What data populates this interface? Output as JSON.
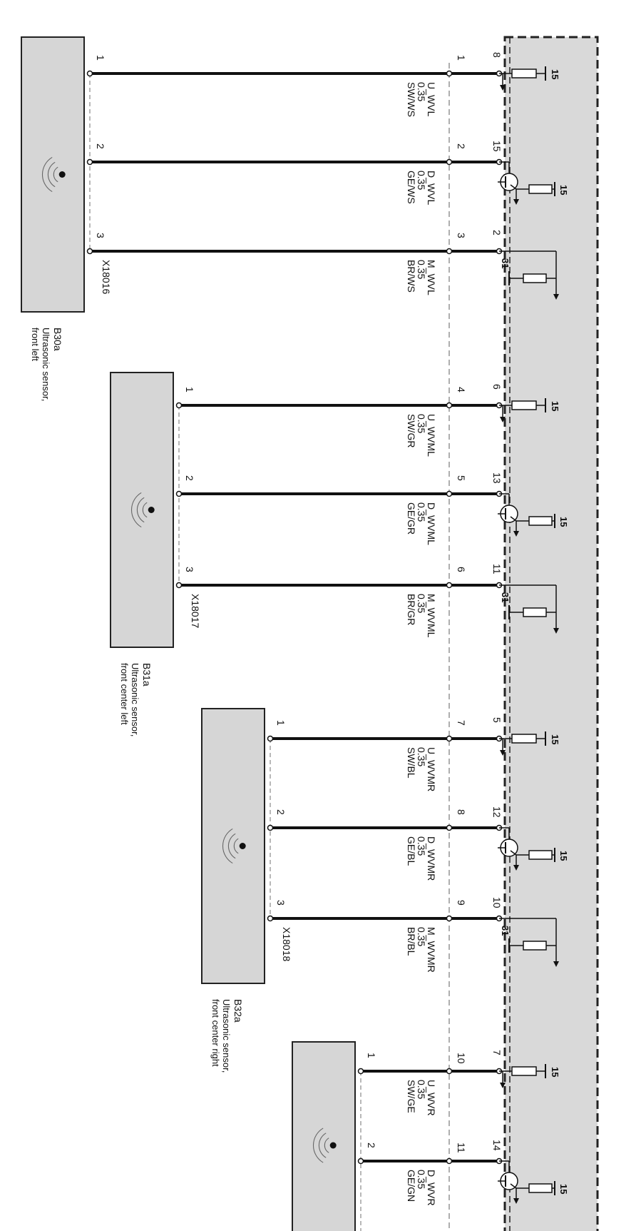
{
  "diagram": {
    "colors": {
      "module_fill": "#d9d9d9",
      "sensor_fill": "#d6d6d6",
      "wire": "#111111",
      "outline": "#222222"
    },
    "sensors": [
      {
        "id": "B30a",
        "name_lines": [
          "Ultrasonic sensor,",
          "front left"
        ],
        "connector": "X18016",
        "icon": "ultrasonic-wave-icon",
        "wires": [
          {
            "sensor_pin": "1",
            "mid_pin": "1",
            "ecu_pin": "8",
            "signal": "U_WVL",
            "size": "0.35",
            "color": "SW/WS",
            "ecu_type": "pullup",
            "ecu_supply": "15"
          },
          {
            "sensor_pin": "2",
            "mid_pin": "2",
            "ecu_pin": "15",
            "signal": "D_WVL",
            "size": "0.35",
            "color": "GE/WS",
            "ecu_type": "transistor",
            "ecu_supply": "15"
          },
          {
            "sensor_pin": "3",
            "mid_pin": "3",
            "ecu_pin": "2",
            "signal": "M_WVL",
            "size": "0.35",
            "color": "BR/WS",
            "ecu_type": "ground",
            "ecu_supply": "31"
          }
        ]
      },
      {
        "id": "B31a",
        "name_lines": [
          "Ultrasonic sensor,",
          "front center left"
        ],
        "connector": "X18017",
        "icon": "ultrasonic-wave-icon",
        "wires": [
          {
            "sensor_pin": "1",
            "mid_pin": "4",
            "ecu_pin": "6",
            "signal": "U_WVML",
            "size": "0.35",
            "color": "SW/GR",
            "ecu_type": "pullup",
            "ecu_supply": "15"
          },
          {
            "sensor_pin": "2",
            "mid_pin": "5",
            "ecu_pin": "13",
            "signal": "D_WVML",
            "size": "0.35",
            "color": "GE/GR",
            "ecu_type": "transistor",
            "ecu_supply": "15"
          },
          {
            "sensor_pin": "3",
            "mid_pin": "6",
            "ecu_pin": "11",
            "signal": "M_WVML",
            "size": "0.35",
            "color": "BR/GR",
            "ecu_type": "ground",
            "ecu_supply": "31"
          }
        ]
      },
      {
        "id": "B32a",
        "name_lines": [
          "Ultrasonic sensor,",
          "front center right"
        ],
        "connector": "X18018",
        "icon": "ultrasonic-wave-icon",
        "wires": [
          {
            "sensor_pin": "1",
            "mid_pin": "7",
            "ecu_pin": "5",
            "signal": "U_WVMR",
            "size": "0.35",
            "color": "SW/BL",
            "ecu_type": "pullup",
            "ecu_supply": "15"
          },
          {
            "sensor_pin": "2",
            "mid_pin": "8",
            "ecu_pin": "12",
            "signal": "D_WVMR",
            "size": "0.35",
            "color": "GE/BL",
            "ecu_type": "transistor",
            "ecu_supply": "15"
          },
          {
            "sensor_pin": "3",
            "mid_pin": "9",
            "ecu_pin": "10",
            "signal": "M_WVMR",
            "size": "0.35",
            "color": "BR/BL",
            "ecu_type": "ground",
            "ecu_supply": "31"
          }
        ]
      },
      {
        "id": "",
        "name_lines": [],
        "connector": "",
        "icon": "ultrasonic-wave-icon",
        "wires": [
          {
            "sensor_pin": "1",
            "mid_pin": "10",
            "ecu_pin": "7",
            "signal": "U_WVR",
            "size": "0.35",
            "color": "SW/GE",
            "ecu_type": "pullup",
            "ecu_supply": "15"
          },
          {
            "sensor_pin": "2",
            "mid_pin": "11",
            "ecu_pin": "14",
            "signal": "D_WVR",
            "size": "0.35",
            "color": "GE/GN",
            "ecu_type": "transistor",
            "ecu_supply": "15"
          }
        ]
      }
    ]
  }
}
